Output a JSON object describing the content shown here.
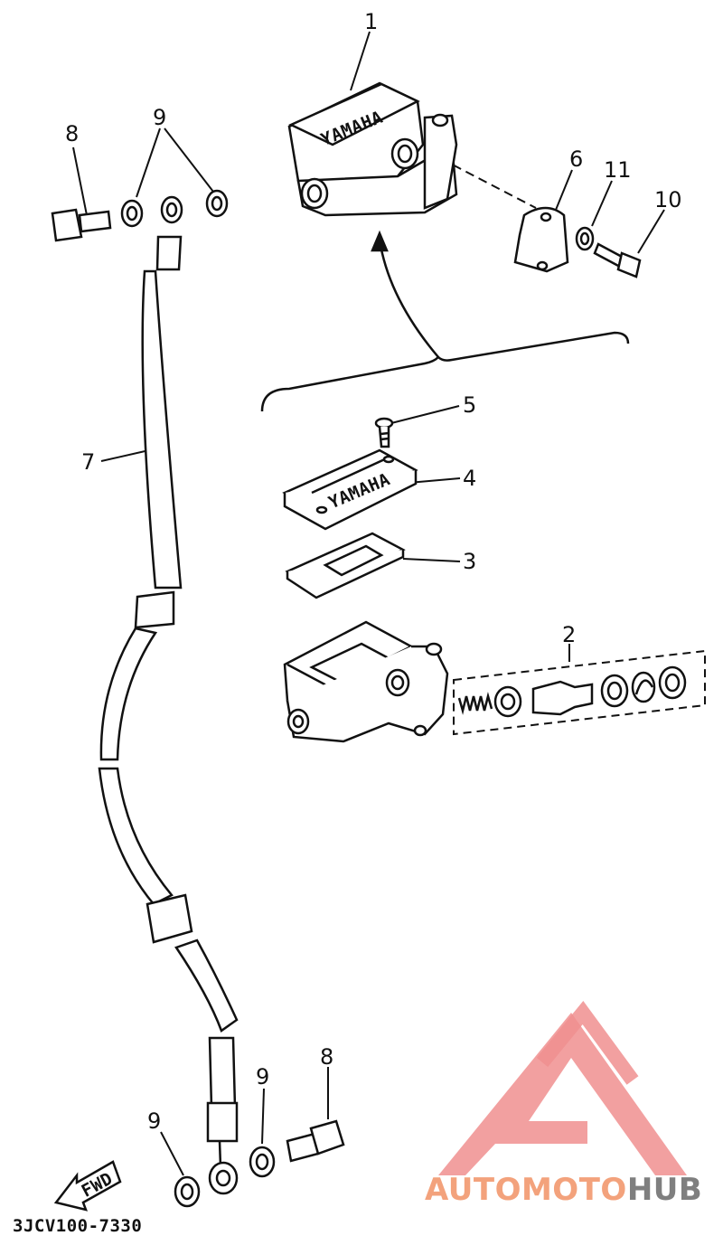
{
  "callouts": {
    "c1": "1",
    "c2": "2",
    "c3": "3",
    "c4": "4",
    "c5": "5",
    "c6": "6",
    "c7": "7",
    "c8_top": "8",
    "c8_bottom": "8",
    "c9_top": "9",
    "c9_bottom_left": "9",
    "c9_bottom_mid": "9",
    "c10": "10",
    "c11": "11"
  },
  "diagram_code": "3JCV100-7330",
  "fwd_label": "FWD",
  "reservoir_mark": "YAMAHA",
  "cap_mark": "YAMAHA",
  "watermark": {
    "part1": "AUTOMOTO",
    "part2": "HUB",
    "color_primary": "#f08f8f",
    "color_secondary": "#f6c07a",
    "color_tertiary": "#7f7f7f"
  },
  "colors": {
    "line": "#111111",
    "background": "#ffffff"
  }
}
